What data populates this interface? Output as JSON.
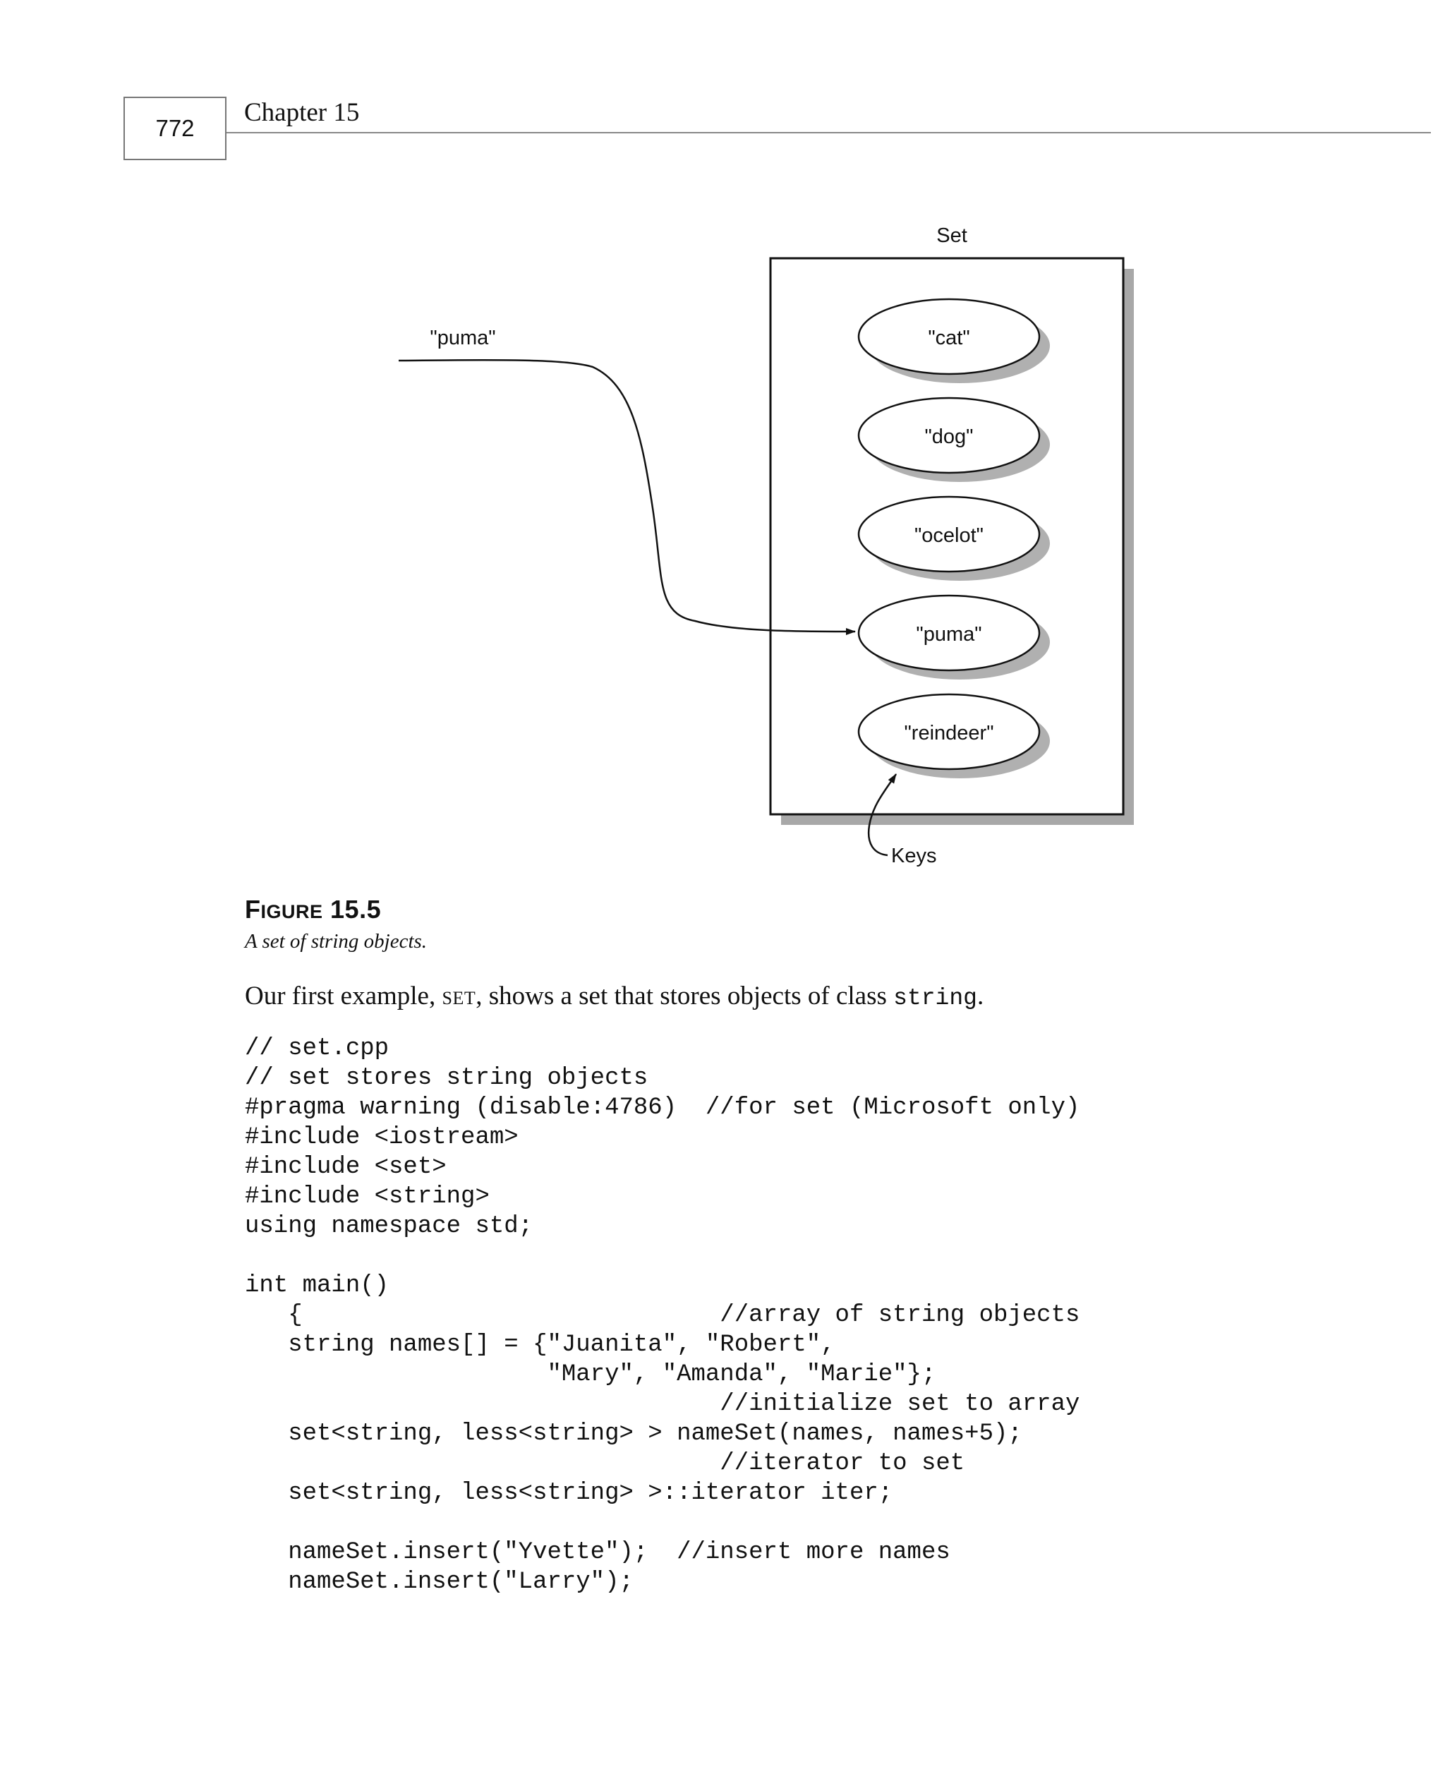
{
  "header": {
    "page_number": "772",
    "chapter": "Chapter 15"
  },
  "figure": {
    "set_label": "Set",
    "incoming_key": "\"puma\"",
    "set_elements": [
      "\"cat\"",
      "\"dog\"",
      "\"ocelot\"",
      "\"puma\"",
      "\"reindeer\""
    ],
    "keys_label": "Keys",
    "label_prefix": "F",
    "label_smallcaps": "IGURE",
    "label_number": "15.5",
    "caption": "A set of string objects."
  },
  "body": {
    "text_before": "Our first example, ",
    "program_name": "SET",
    "text_middle": ", shows a set that stores objects of class ",
    "class_name": "string",
    "text_after": "."
  },
  "code_lines": [
    "// set.cpp",
    "// set stores string objects",
    "#pragma warning (disable:4786)  //for set (Microsoft only)",
    "#include <iostream>",
    "#include <set>",
    "#include <string>",
    "using namespace std;",
    "",
    "int main()",
    "   {                             //array of string objects",
    "   string names[] = {\"Juanita\", \"Robert\",",
    "                     \"Mary\", \"Amanda\", \"Marie\"};",
    "                                 //initialize set to array",
    "   set<string, less<string> > nameSet(names, names+5);",
    "                                 //iterator to set",
    "   set<string, less<string> >::iterator iter;",
    "",
    "   nameSet.insert(\"Yvette\");  //insert more names",
    "   nameSet.insert(\"Larry\");"
  ]
}
